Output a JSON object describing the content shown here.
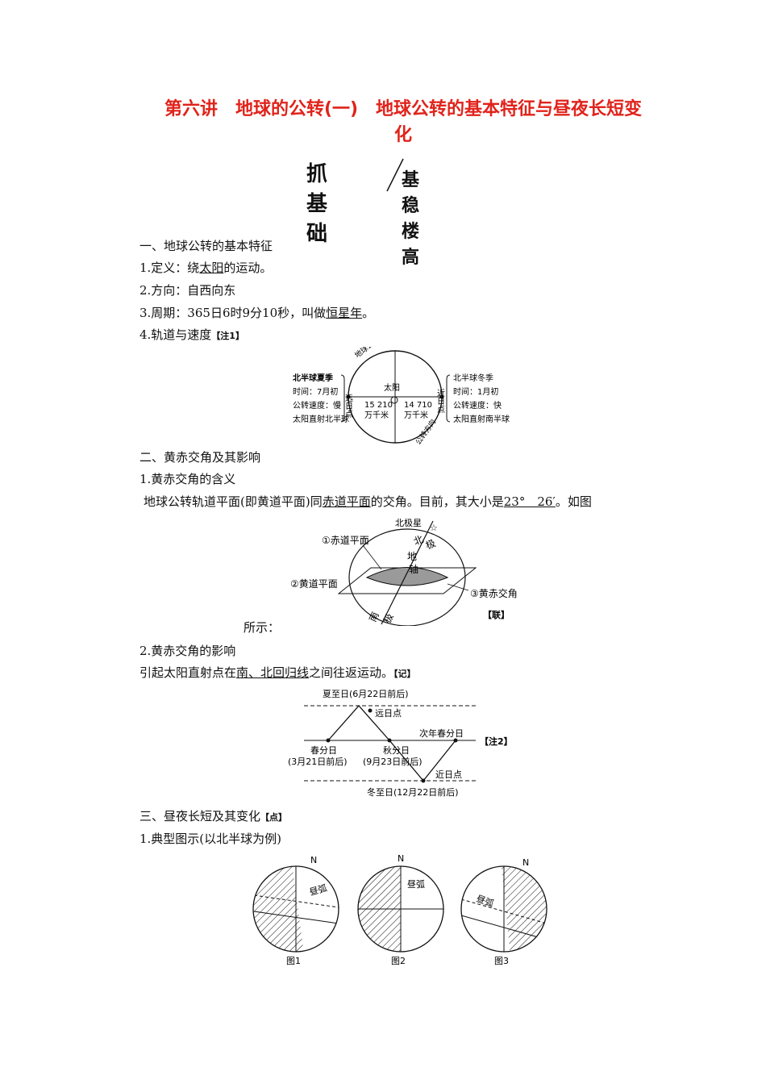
{
  "title": {
    "line1": "第六讲　地球的公转(一)　地球公转的基本特征与昼夜长短变",
    "line2": "化"
  },
  "banner": {
    "main": "抓基础",
    "sub": "基稳楼高"
  },
  "section1": {
    "heading": "一、地球公转的基本特征",
    "def_prefix": "1.定义：绕",
    "def_underline": "太阳",
    "def_suffix": "的运动。",
    "direction": "2.方向：自西向东",
    "period_prefix": "3.周期：365日6时9分10秒，叫做",
    "period_underline": "恒星年",
    "period_suffix": "。",
    "orbit_heading": "4.轨道与速度",
    "orbit_tag": "【注1】"
  },
  "orbit_figure": {
    "left_labels": [
      "北半球夏季",
      "时间：7月初",
      "公转速度：慢",
      "太阳直射北半球"
    ],
    "left_point": "远日点",
    "right_labels": [
      "北半球冬季",
      "时间：1月初",
      "公转速度：快",
      "太阳直射南半球"
    ],
    "right_point": "近日点",
    "orbit_text": "地球公转轨道",
    "direction_text": "公转方向",
    "sun": "太阳",
    "far_distance": "15 210",
    "near_distance": "14 710",
    "unit": "万千米"
  },
  "section2": {
    "heading": "二、黄赤交角及其影响",
    "sub1": "1.黄赤交角的含义",
    "para_prefix": "地球公转轨道平面(即黄道平面)同",
    "para_underline": "赤道平面",
    "para_mid": "的交角。目前，其大小是",
    "para_angle": "23°　26′",
    "para_suffix": "。如图",
    "para_end": "所示：",
    "sub2": "2.黄赤交角的影响",
    "effect_prefix": "引起太阳直射点在",
    "effect_underline": "南、北回归线",
    "effect_suffix": "之间往返运动。",
    "effect_tag": "【记】"
  },
  "obliquity_figure": {
    "north_star": "北极星",
    "north": "北",
    "pole_n": "极",
    "axis1": "地",
    "axis2": "轴",
    "south": "南",
    "pole_s": "极",
    "equator_plane": "①赤道平面",
    "ecliptic_plane": "②黄道平面",
    "angle": "③黄赤交角",
    "tag": "【联】"
  },
  "migration_figure": {
    "summer": "夏至日(6月22日前后)",
    "aphelion": "远日点",
    "next_spring": "次年春分日",
    "tag": "【注2】",
    "spring": "春分日",
    "spring_date": "(3月21日前后)",
    "autumn": "秋分日",
    "autumn_date": "(9月23日前后)",
    "perihelion": "近日点",
    "winter": "冬至日(12月22日前后)"
  },
  "section3": {
    "heading": "三、昼夜长短及其变化",
    "tag": "【点】",
    "sub1": "1.典型图示(以北半球为例)"
  },
  "daynight_figures": {
    "north": "N",
    "arc": "昼弧",
    "captions": [
      "图1",
      "图2",
      "图3"
    ]
  }
}
